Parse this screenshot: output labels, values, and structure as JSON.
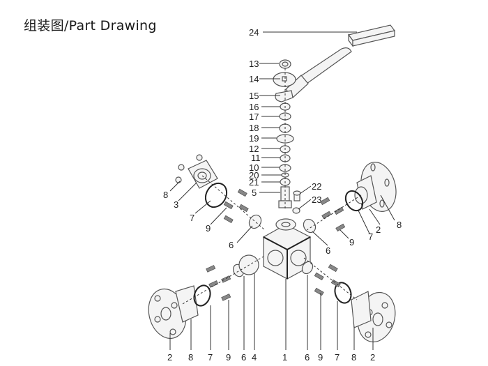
{
  "title": "组装图/Part Drawing",
  "diagram": {
    "type": "exploded-assembly",
    "subject": "4-way (cross) flanged ball valve with lever handle",
    "labels": {
      "top_stem_stack": [
        "24",
        "13",
        "14",
        "15",
        "16",
        "17",
        "18",
        "19",
        "12",
        "11",
        "10",
        "20",
        "21",
        "5"
      ],
      "stem_side": [
        "22",
        "23"
      ],
      "upper_left": [
        "8",
        "3",
        "7",
        "9",
        "6"
      ],
      "upper_right": [
        "2",
        "8",
        "7",
        "9",
        "6"
      ],
      "bottom_row": [
        "2",
        "8",
        "7",
        "9",
        "6",
        "4",
        "1",
        "6",
        "9",
        "7",
        "8",
        "2"
      ]
    },
    "colors": {
      "line": "#333333",
      "part_fill": "#f4f4f4",
      "bolt": "#888888"
    }
  }
}
